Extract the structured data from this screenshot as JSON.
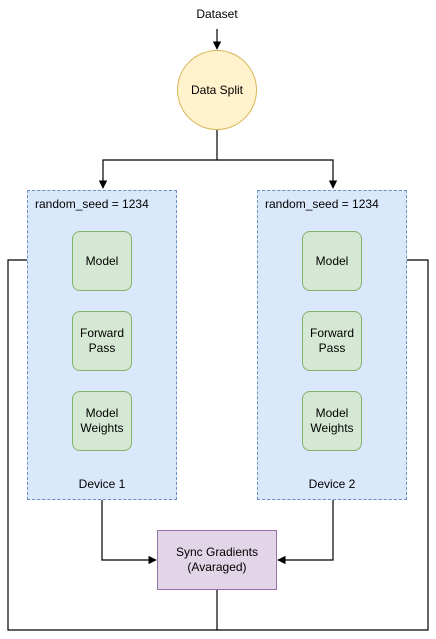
{
  "colors": {
    "circle_fill": "#fff2cc",
    "circle_stroke": "#d6b656",
    "device_fill": "#dae8fc",
    "device_stroke": "#6c8ebf",
    "process_fill": "#d5e8d4",
    "process_stroke": "#82b366",
    "sync_fill": "#e1d5e7",
    "sync_stroke": "#9673a6",
    "edge": "#000000"
  },
  "dataset_label": "Dataset",
  "data_split": {
    "label": "Data Split"
  },
  "devices": [
    {
      "seed_label": "random_seed = 1234",
      "name": "Device 1",
      "steps": [
        {
          "line1": "Model",
          "line2": ""
        },
        {
          "line1": "Forward",
          "line2": "Pass"
        },
        {
          "line1": "Model",
          "line2": "Weights"
        }
      ]
    },
    {
      "seed_label": "random_seed = 1234",
      "name": "Device 2",
      "steps": [
        {
          "line1": "Model",
          "line2": ""
        },
        {
          "line1": "Forward",
          "line2": "Pass"
        },
        {
          "line1": "Model",
          "line2": "Weights"
        }
      ]
    }
  ],
  "sync": {
    "line1": "Sync Gradients",
    "line2": "(Avaraged)"
  }
}
